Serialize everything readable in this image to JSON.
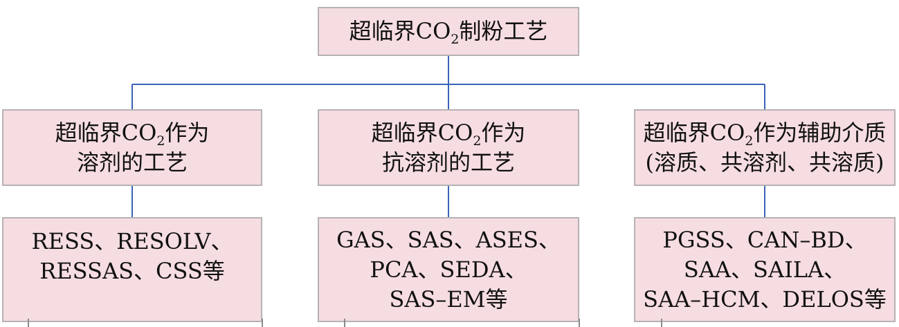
{
  "root": {
    "lines": [
      [
        "超临界CO",
        "2",
        "制粉工艺"
      ]
    ]
  },
  "categories": [
    {
      "lines": [
        [
          "超临界CO",
          "2",
          "作为"
        ],
        [
          "溶剂的工艺",
          "",
          ""
        ]
      ]
    },
    {
      "lines": [
        [
          "超临界CO",
          "2",
          "作为"
        ],
        [
          "抗溶剂的工艺",
          "",
          ""
        ]
      ]
    },
    {
      "lines": [
        [
          "超临界CO",
          "2",
          "作为辅助介质"
        ],
        [
          "(溶质、共溶剂、共溶质)",
          "",
          ""
        ]
      ]
    }
  ],
  "processes": [
    {
      "lines": [
        "RESS、RESOLV、",
        "RESSAS、CSS等"
      ]
    },
    {
      "lines": [
        "GAS、SAS、ASES、",
        "PCA、SEDA、",
        "SAS–EM等"
      ]
    },
    {
      "lines": [
        "PGSS、CAN–BD、",
        "SAA、SAILA、",
        "SAA–HCM、DELOS等"
      ]
    }
  ],
  "colors": {
    "box_fill": "#f6dde1",
    "box_border": "#b6b2b3",
    "connector": "#3a62b8",
    "text": "#111111"
  }
}
